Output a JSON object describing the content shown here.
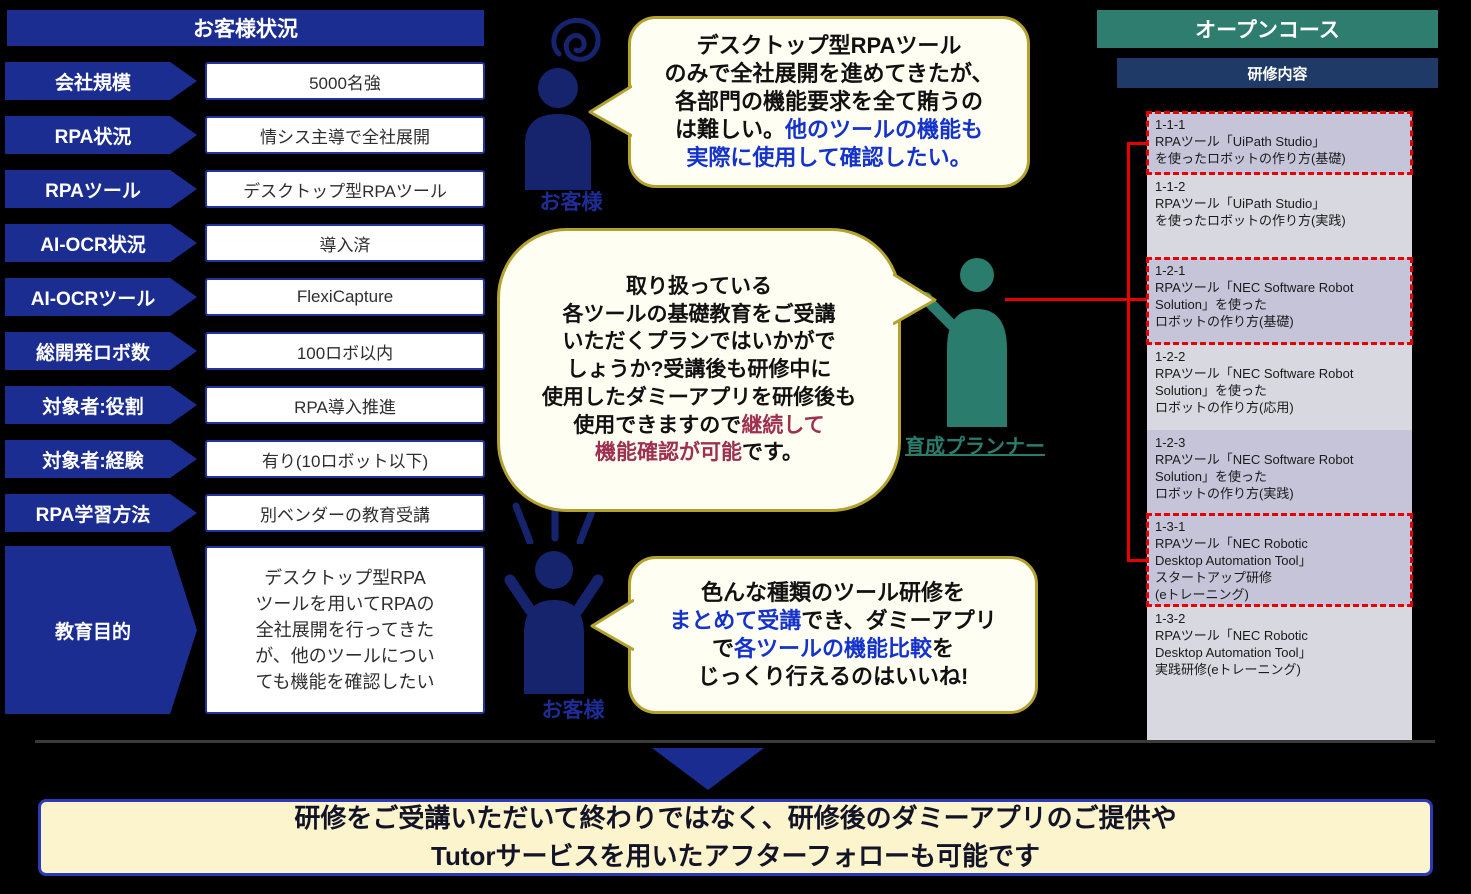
{
  "customer_status": {
    "title": "お客様状況",
    "rows": [
      {
        "label": "会社規模",
        "value": "5000名強"
      },
      {
        "label": "RPA状況",
        "value": "情シス主導で全社展開"
      },
      {
        "label": "RPAツール",
        "value": "デスクトップ型RPAツール"
      },
      {
        "label": "AI-OCR状況",
        "value": "導入済"
      },
      {
        "label": "AI-OCRツール",
        "value": "FlexiCapture"
      },
      {
        "label": "総開発ロボ数",
        "value": "100ロボ以内"
      },
      {
        "label": "対象者:役割",
        "value": "RPA導入推進"
      },
      {
        "label": "対象者:経験",
        "value": "有り(10ロボット以下)"
      },
      {
        "label": "RPA学習方法",
        "value": "別ベンダーの教育受講"
      },
      {
        "label": "教育目的",
        "value": "デスクトップ型RPA\nツールを用いてRPAの\n全社展開を行ってきた\nが、他のツールについ\nても機能を確認したい"
      }
    ]
  },
  "dialogue": {
    "bubble1": {
      "speaker": "お客様",
      "segments": [
        {
          "text": "デスクトップ型RPAツール\nのみで全社展開を進めてきたが、\n各部門の機能要求を全て賄うの\nは難しい。",
          "color": "default"
        },
        {
          "text": "他のツールの機能も\n実際に使用して確認したい。",
          "color": "blue"
        }
      ]
    },
    "bubble2": {
      "speaker": "育成プランナー",
      "segments": [
        {
          "text": "取り扱っている\n各ツールの基礎教育をご受講\nいただくプランではいかがで\nしょうか?受講後も研修中に\n使用したダミーアプリを研修後も\n使用できますので",
          "color": "default"
        },
        {
          "text": "継続して\n機能確認が可能",
          "color": "red"
        },
        {
          "text": "です。",
          "color": "default"
        }
      ]
    },
    "bubble3": {
      "speaker": "お客様",
      "segments": [
        {
          "text": "色んな種類のツール研修を\n",
          "color": "default"
        },
        {
          "text": "まとめて受講",
          "color": "blue"
        },
        {
          "text": "でき、ダミーアプリ\nで",
          "color": "default"
        },
        {
          "text": "各ツールの機能比較",
          "color": "blue"
        },
        {
          "text": "を\nじっくり行えるのはいいね!",
          "color": "default"
        }
      ]
    }
  },
  "open_course": {
    "title": "オープンコース",
    "subtitle": "研修内容",
    "items": [
      {
        "id": "1-1-1",
        "text": "RPAツール「UiPath Studio」\nを使ったロボットの作り方(基礎)",
        "highlighted": true
      },
      {
        "id": "1-1-2",
        "text": "RPAツール「UiPath Studio」\nを使ったロボットの作り方(実践)",
        "highlighted": false
      },
      {
        "id": "1-2-1",
        "text": "RPAツール「NEC Software Robot\nSolution」を使った\nロボットの作り方(基礎)",
        "highlighted": true
      },
      {
        "id": "1-2-2",
        "text": "RPAツール「NEC Software Robot\nSolution」を使った\nロボットの作り方(応用)",
        "highlighted": false
      },
      {
        "id": "1-2-3",
        "text": "RPAツール「NEC Software Robot\nSolution」を使った\nロボットの作り方(実践)",
        "highlighted": false
      },
      {
        "id": "1-3-1",
        "text": "RPAツール「NEC Robotic\nDesktop Automation Tool」\nスタートアップ研修\n(eトレーニング)",
        "highlighted": true
      },
      {
        "id": "1-3-2",
        "text": "RPAツール「NEC Robotic\nDesktop Automation Tool」\n実践研修(eトレーニング)",
        "highlighted": false
      }
    ]
  },
  "footer": {
    "text": "研修をご受講いただいて終わりではなく、研修後のダミーアプリのご提供や\nTutorサービスを用いたアフターフォローも可能です"
  },
  "colors": {
    "primary_blue": "#1c2d92",
    "course_teal": "#2e7d6f",
    "subheader_navy": "#203a67",
    "bubble_border": "#b3a32e",
    "connector_red": "#e60000",
    "emphasis_blue": "#1433cc",
    "emphasis_red": "#9e2f50",
    "footer_bg": "#fcf4cc"
  }
}
